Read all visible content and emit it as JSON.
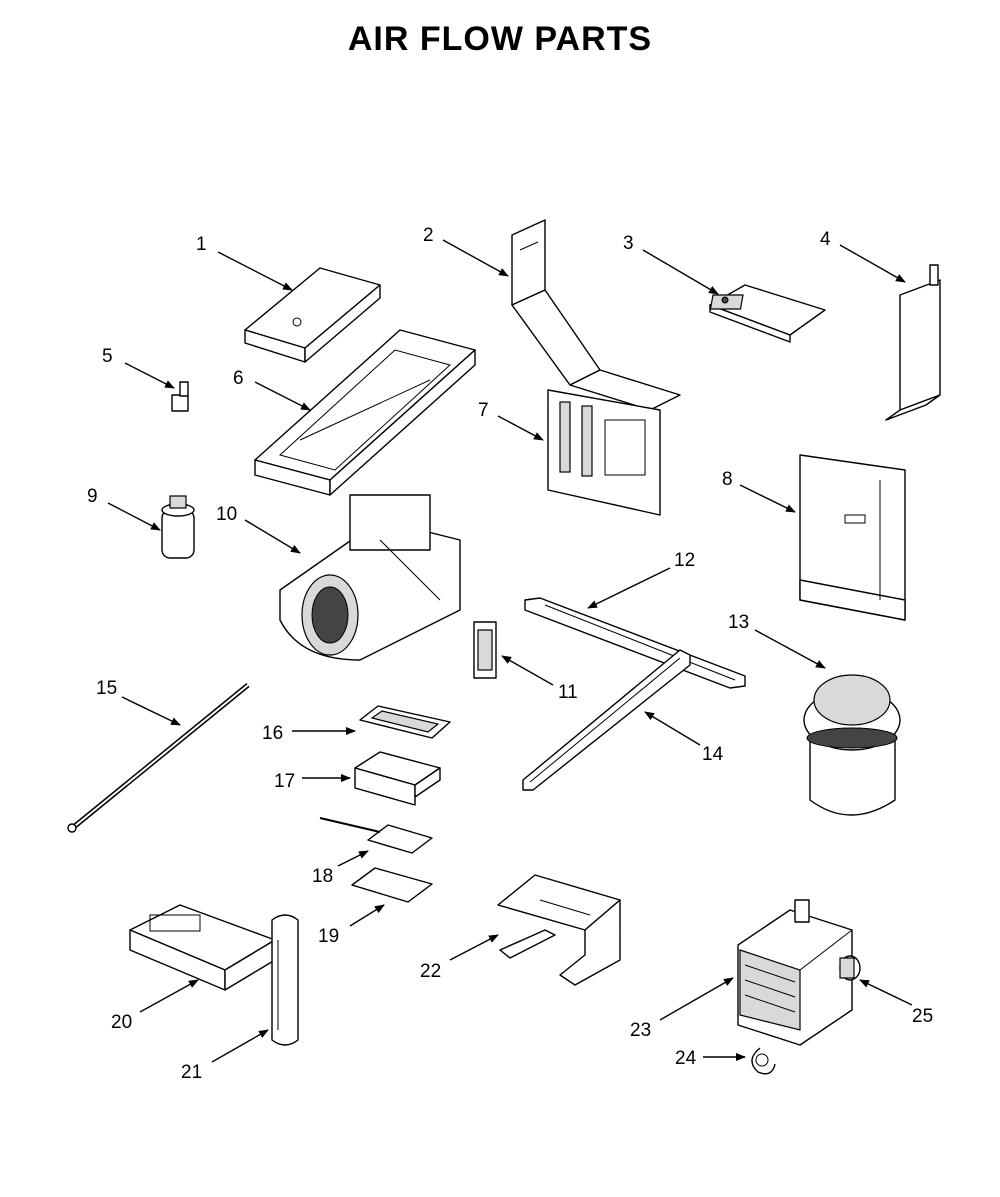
{
  "title": "AIR FLOW PARTS",
  "callouts": [
    "1",
    "2",
    "3",
    "4",
    "5",
    "6",
    "7",
    "8",
    "9",
    "10",
    "11",
    "12",
    "13",
    "14",
    "15",
    "16",
    "17",
    "18",
    "19",
    "20",
    "21",
    "22",
    "23",
    "24",
    "25"
  ]
}
